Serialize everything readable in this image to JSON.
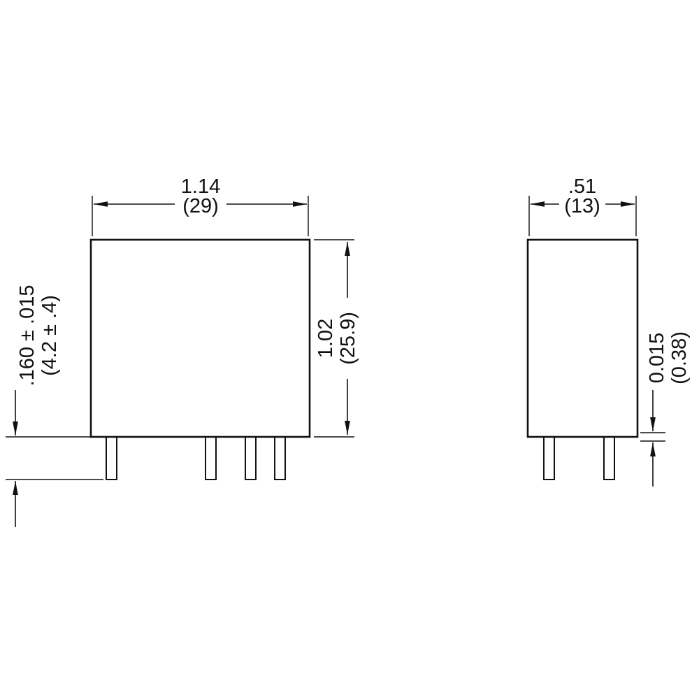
{
  "colors": {
    "line": "#111111",
    "background": "#ffffff"
  },
  "front_view": {
    "width": {
      "in": "1.14",
      "mm": "(29)"
    },
    "height": {
      "in": "1.02",
      "mm": "(25.9)"
    },
    "pin_length": {
      "in": ".160 ± .015",
      "mm": "(4.2 ± .4)"
    }
  },
  "side_view": {
    "width": {
      "in": ".51",
      "mm": "(13)"
    },
    "standoff": {
      "in": "0.015",
      "mm": "(0.38)"
    }
  }
}
